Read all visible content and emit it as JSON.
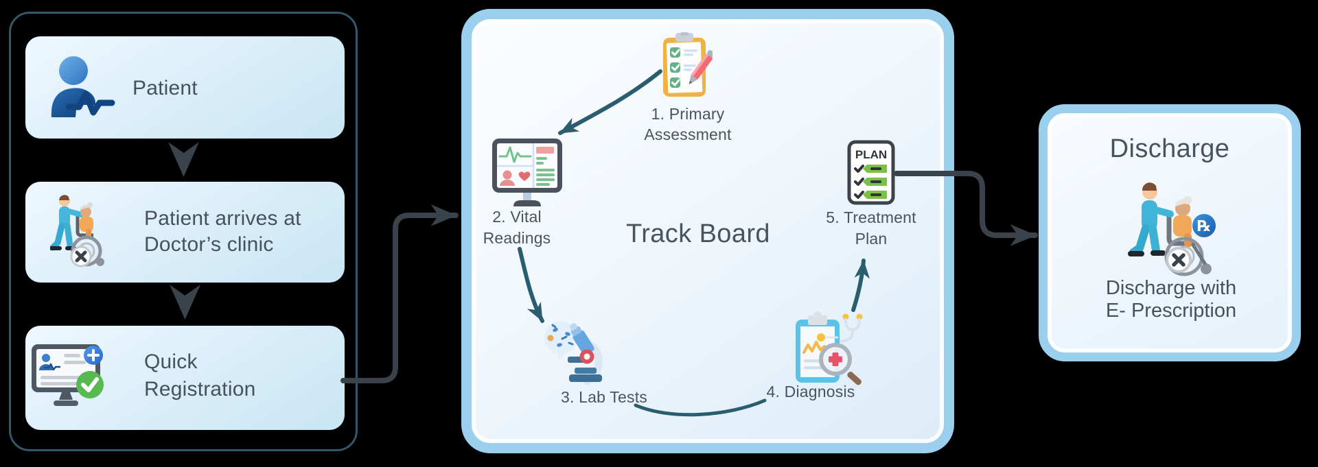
{
  "colors": {
    "accent-border": "#9bcfee",
    "panel-outline": "#33586a",
    "connector": "#3a424b",
    "arrow": "#2a5d6e",
    "text": "#46525b"
  },
  "intake_panel": {
    "steps": [
      {
        "label": "Patient",
        "icon": "patient-icon"
      },
      {
        "line1": "Patient arrives at",
        "line2": "Doctor’s clinic",
        "icon": "nurse-wheelchair-icon"
      },
      {
        "line1": "Quick",
        "line2": "Registration",
        "icon": "registration-monitor-icon"
      }
    ]
  },
  "track_board": {
    "title": "Track Board",
    "stations": [
      {
        "line1": "1. Primary",
        "line2": "Assessment",
        "icon": "assessment-clipboard-icon"
      },
      {
        "line1": "2. Vital",
        "line2": "Readings",
        "icon": "vitals-monitor-icon"
      },
      {
        "line1": "3. Lab Tests",
        "icon": "microscope-icon"
      },
      {
        "line1": "4. Diagnosis",
        "icon": "diagnosis-clipboard-icon"
      },
      {
        "line1": "5. Treatment",
        "line2": "Plan",
        "icon": "treatment-plan-icon",
        "icon_text": "PLAN"
      }
    ]
  },
  "discharge_panel": {
    "title": "Discharge",
    "caption_line1": "Discharge with",
    "caption_line2": "E- Prescription",
    "icon": "discharge-wheelchair-icon",
    "rx_symbol": "℞"
  }
}
